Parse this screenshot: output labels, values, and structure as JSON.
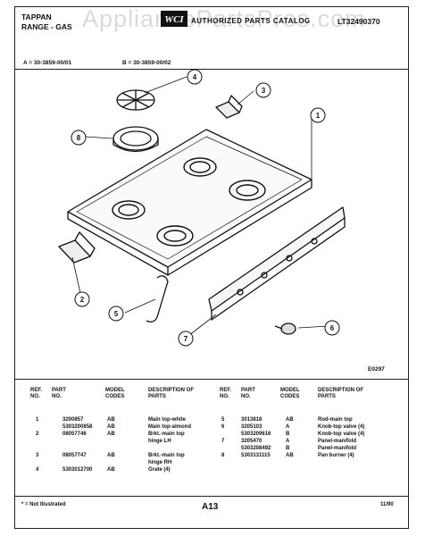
{
  "header": {
    "brand_line1": "TAPPAN",
    "brand_line2": "RANGE - GAS",
    "catalog_label": "AUTHORIZED PARTS CATALOG",
    "doc_number": "LT32490370",
    "watermark": "AppliancePartsPros.com"
  },
  "models": {
    "a": "A = 30-3859-00/01",
    "b": "B = 30-3859-00/02"
  },
  "diagram": {
    "callouts": [
      "1",
      "2",
      "3",
      "4",
      "5",
      "6",
      "7",
      "8"
    ],
    "code": "E0297"
  },
  "table": {
    "headers": {
      "ref": "REF. NO.",
      "part": "PART NO.",
      "model": "MODEL CODES",
      "desc": "DESCRIPTION OF PARTS"
    },
    "left_rows": [
      {
        "ref": "1",
        "part": "3200857",
        "model": "AB",
        "desc": "Main top-white"
      },
      {
        "ref": "",
        "part": "5303200858",
        "model": "AB",
        "desc": "Main top-almond"
      },
      {
        "ref": "2",
        "part": "08057746",
        "model": "AB",
        "desc": "Brkt.-main top"
      },
      {
        "ref": "",
        "part": "",
        "model": "",
        "desc": "hinge LH"
      },
      {
        "ref": "3",
        "part": "08057747",
        "model": "AB",
        "desc": "Brkt.-main top"
      },
      {
        "ref": "",
        "part": "",
        "model": "",
        "desc": "hinge RH"
      },
      {
        "ref": "4",
        "part": "5303012700",
        "model": "AB",
        "desc": "Grate (4)"
      }
    ],
    "right_rows": [
      {
        "ref": "5",
        "part": "3013818",
        "model": "AB",
        "desc": "Rod-main top"
      },
      {
        "ref": "6",
        "part": "3205103",
        "model": "A",
        "desc": "Knob-top valve (4)"
      },
      {
        "ref": "",
        "part": "5303209616",
        "model": "B",
        "desc": "Knob-top valve (4)"
      },
      {
        "ref": "7",
        "part": "3205470",
        "model": "A",
        "desc": "Panel-manifold"
      },
      {
        "ref": "",
        "part": "5303208492",
        "model": "B",
        "desc": "Panel-manifold"
      },
      {
        "ref": "8",
        "part": "5303131115",
        "model": "AB",
        "desc": "Pan burner (4)"
      }
    ]
  },
  "footer": {
    "note": "* = Not Illustrated",
    "page": "A13",
    "date": "11/90"
  }
}
